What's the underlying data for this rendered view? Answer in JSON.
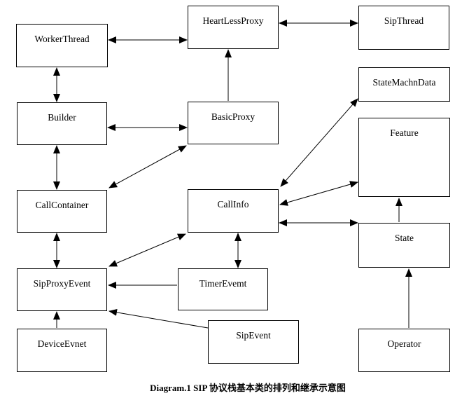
{
  "caption": "Diagram.1 SIP 协议栈基本类的排列和继承示意图",
  "colors": {
    "background": "#ffffff",
    "box_border": "#000000",
    "line": "#000000",
    "text": "#000000"
  },
  "nodes": [
    {
      "id": "worker-thread",
      "label": "WorkerThread"
    },
    {
      "id": "heartless-proxy",
      "label": "HeartLessProxy"
    },
    {
      "id": "sip-thread",
      "label": "SipThread"
    },
    {
      "id": "state-machn-data",
      "label": "StateMachnData"
    },
    {
      "id": "builder",
      "label": "Builder"
    },
    {
      "id": "basic-proxy",
      "label": "BasicProxy"
    },
    {
      "id": "feature",
      "label": "Feature"
    },
    {
      "id": "call-container",
      "label": "CallContainer"
    },
    {
      "id": "call-info",
      "label": "CallInfo"
    },
    {
      "id": "state",
      "label": "State"
    },
    {
      "id": "sip-proxy-event",
      "label": "SipProxyEvent"
    },
    {
      "id": "timer-evemt",
      "label": "TimerEvemt"
    },
    {
      "id": "device-evnet",
      "label": "DeviceEvnet"
    },
    {
      "id": "sip-event",
      "label": "SipEvent"
    },
    {
      "id": "operator",
      "label": "Operator"
    }
  ],
  "edges": [
    {
      "from": "worker-thread",
      "to": "heartless-proxy",
      "arrows": "double"
    },
    {
      "from": "heartless-proxy",
      "to": "sip-thread",
      "arrows": "double"
    },
    {
      "from": "basic-proxy",
      "to": "heartless-proxy",
      "arrows": "single"
    },
    {
      "from": "worker-thread",
      "to": "builder",
      "arrows": "double"
    },
    {
      "from": "builder",
      "to": "basic-proxy",
      "arrows": "double"
    },
    {
      "from": "builder",
      "to": "call-container",
      "arrows": "double"
    },
    {
      "from": "call-container",
      "to": "basic-proxy",
      "arrows": "double"
    },
    {
      "from": "call-container",
      "to": "sip-proxy-event",
      "arrows": "double"
    },
    {
      "from": "sip-proxy-event",
      "to": "call-info",
      "arrows": "double"
    },
    {
      "from": "device-evnet",
      "to": "sip-proxy-event",
      "arrows": "single"
    },
    {
      "from": "timer-evemt",
      "to": "sip-proxy-event",
      "arrows": "single"
    },
    {
      "from": "sip-event",
      "to": "sip-proxy-event",
      "arrows": "single"
    },
    {
      "from": "call-info",
      "to": "timer-evemt",
      "arrows": "double"
    },
    {
      "from": "call-info",
      "to": "state",
      "arrows": "double"
    },
    {
      "from": "call-info",
      "to": "state-machn-data",
      "arrows": "double"
    },
    {
      "from": "call-info",
      "to": "feature",
      "arrows": "double"
    },
    {
      "from": "state",
      "to": "feature",
      "arrows": "single"
    },
    {
      "from": "operator",
      "to": "state",
      "arrows": "single"
    }
  ]
}
